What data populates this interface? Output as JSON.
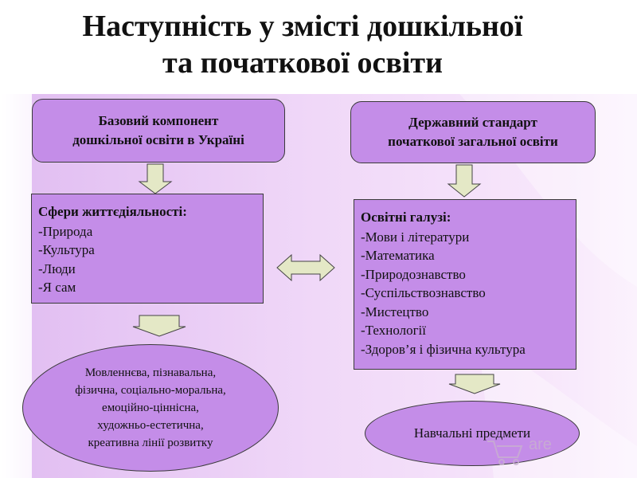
{
  "title": {
    "line1": "Наступність у змісті дошкільної",
    "line2": "та початкової освіти"
  },
  "left_header": {
    "line1": "Базовий компонент",
    "line2": "дошкільної освіти в Україні"
  },
  "right_header": {
    "line1": "Державний стандарт",
    "line2": "початкової загальної освіти"
  },
  "left_list": {
    "heading": "Сфери життєдіяльності:",
    "items": [
      "-Природа",
      "-Культура",
      "-Люди",
      "-Я сам"
    ]
  },
  "right_list": {
    "heading": "Освітні галузі:",
    "items": [
      "-Мови і літератури",
      "-Математика",
      "-Природознавство",
      "-Суспільствознавство",
      "-Мистецтво",
      "-Технології",
      "-Здоров’я і фізична культура"
    ]
  },
  "left_oval": {
    "lines": [
      "Мовленнєва, пізнавальна,",
      "фізична, соціально-моральна,",
      "емоційно-ціннісна,",
      "художньо-естетична,",
      "креативна  лінії розвитку"
    ]
  },
  "right_oval": {
    "label": "Навчальні предмети"
  },
  "colors": {
    "box_fill": "#c48de8",
    "arrow_fill": "#e4e8c6",
    "border": "#3a3a3a",
    "background_accent": "#d9a8f0"
  }
}
